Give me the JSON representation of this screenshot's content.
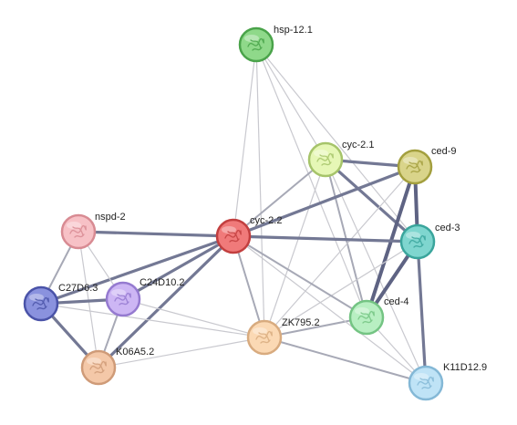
{
  "network": {
    "nodes": [
      {
        "id": "hsp-12.1",
        "label": "hsp-12.1",
        "fill": "#8fd98a",
        "stroke": "#4aa34a",
        "icon": "protein-structure-icon"
      },
      {
        "id": "cyc-2.1",
        "label": "cyc-2.1",
        "fill": "#e6f7b6",
        "stroke": "#a6c46a",
        "icon": "protein-structure-icon"
      },
      {
        "id": "ced-9",
        "label": "ced-9",
        "fill": "#d9d48a",
        "stroke": "#a39f3e",
        "icon": "protein-structure-icon"
      },
      {
        "id": "ced-3",
        "label": "ced-3",
        "fill": "#7fd6cf",
        "stroke": "#3aa59c",
        "icon": "protein-structure-icon"
      },
      {
        "id": "cyc-2.2",
        "label": "cyc-2.2",
        "fill": "#f07a7a",
        "stroke": "#c23f3f",
        "icon": "protein-structure-icon"
      },
      {
        "id": "nspd-2",
        "label": "nspd-2",
        "fill": "#f7c1c6",
        "stroke": "#d88b93",
        "icon": "protein-structure-icon"
      },
      {
        "id": "C27D6.3",
        "label": "C27D6.3",
        "fill": "#8a92de",
        "stroke": "#4a53a8",
        "icon": "protein-structure-icon"
      },
      {
        "id": "C24D10.2",
        "label": "C24D10.2",
        "fill": "#cdb6f4",
        "stroke": "#957ad0",
        "icon": "protein-structure-icon"
      },
      {
        "id": "K06A5.2",
        "label": "K06A5.2",
        "fill": "#f4c8a8",
        "stroke": "#cf9b78",
        "icon": "protein-structure-icon"
      },
      {
        "id": "ZK795.2",
        "label": "ZK795.2",
        "fill": "#fbd9b4",
        "stroke": "#d8ab7f",
        "icon": "protein-structure-icon"
      },
      {
        "id": "ced-4",
        "label": "ced-4",
        "fill": "#b8efc2",
        "stroke": "#74c483",
        "icon": "protein-structure-icon"
      },
      {
        "id": "K11D12.9",
        "label": "K11D12.9",
        "fill": "#bfe3f6",
        "stroke": "#84b8d6",
        "icon": "protein-structure-icon"
      }
    ],
    "edges": [
      {
        "source": "hsp-12.1",
        "target": "cyc-2.2",
        "weight": 1
      },
      {
        "source": "hsp-12.1",
        "target": "ZK795.2",
        "weight": 1
      },
      {
        "source": "hsp-12.1",
        "target": "cyc-2.1",
        "weight": 1
      },
      {
        "source": "hsp-12.1",
        "target": "ced-3",
        "weight": 1
      },
      {
        "source": "hsp-12.1",
        "target": "ced-4",
        "weight": 1
      },
      {
        "source": "cyc-2.1",
        "target": "ced-9",
        "weight": 3
      },
      {
        "source": "cyc-2.1",
        "target": "ced-3",
        "weight": 3
      },
      {
        "source": "cyc-2.1",
        "target": "cyc-2.2",
        "weight": 2
      },
      {
        "source": "cyc-2.1",
        "target": "ced-4",
        "weight": 2
      },
      {
        "source": "cyc-2.1",
        "target": "ZK795.2",
        "weight": 1
      },
      {
        "source": "cyc-2.1",
        "target": "K11D12.9",
        "weight": 1
      },
      {
        "source": "ced-9",
        "target": "ced-3",
        "weight": 4
      },
      {
        "source": "ced-9",
        "target": "ced-4",
        "weight": 4
      },
      {
        "source": "ced-9",
        "target": "cyc-2.2",
        "weight": 3
      },
      {
        "source": "ced-9",
        "target": "ZK795.2",
        "weight": 1
      },
      {
        "source": "ced-3",
        "target": "ced-4",
        "weight": 4
      },
      {
        "source": "ced-3",
        "target": "cyc-2.2",
        "weight": 3
      },
      {
        "source": "ced-3",
        "target": "K11D12.9",
        "weight": 3
      },
      {
        "source": "ced-3",
        "target": "ZK795.2",
        "weight": 1
      },
      {
        "source": "ced-4",
        "target": "cyc-2.2",
        "weight": 2
      },
      {
        "source": "ced-4",
        "target": "ZK795.2",
        "weight": 2
      },
      {
        "source": "ced-4",
        "target": "K11D12.9",
        "weight": 1
      },
      {
        "source": "cyc-2.2",
        "target": "nspd-2",
        "weight": 3
      },
      {
        "source": "cyc-2.2",
        "target": "C27D6.3",
        "weight": 3
      },
      {
        "source": "cyc-2.2",
        "target": "C24D10.2",
        "weight": 3
      },
      {
        "source": "cyc-2.2",
        "target": "K06A5.2",
        "weight": 3
      },
      {
        "source": "cyc-2.2",
        "target": "ZK795.2",
        "weight": 2
      },
      {
        "source": "cyc-2.2",
        "target": "K11D12.9",
        "weight": 1
      },
      {
        "source": "nspd-2",
        "target": "C27D6.3",
        "weight": 2
      },
      {
        "source": "nspd-2",
        "target": "C24D10.2",
        "weight": 1
      },
      {
        "source": "nspd-2",
        "target": "K06A5.2",
        "weight": 1
      },
      {
        "source": "C27D6.3",
        "target": "C24D10.2",
        "weight": 3
      },
      {
        "source": "C27D6.3",
        "target": "K06A5.2",
        "weight": 3
      },
      {
        "source": "C27D6.3",
        "target": "ZK795.2",
        "weight": 1
      },
      {
        "source": "C24D10.2",
        "target": "K06A5.2",
        "weight": 2
      },
      {
        "source": "C24D10.2",
        "target": "ZK795.2",
        "weight": 1
      },
      {
        "source": "K06A5.2",
        "target": "ZK795.2",
        "weight": 1
      },
      {
        "source": "ZK795.2",
        "target": "K11D12.9",
        "weight": 2
      }
    ]
  }
}
